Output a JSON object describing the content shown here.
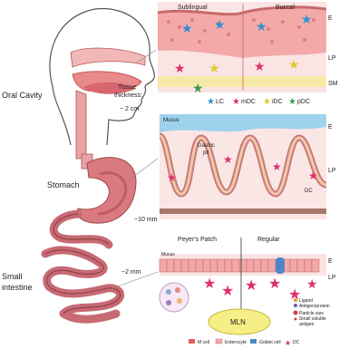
{
  "anatomy": {
    "oral_cavity": "Oral Cavity",
    "tissue_label": "Tissue\nthickness:",
    "oral_thickness": "~ 2 cm",
    "stomach": "Stomach",
    "stomach_thickness": "~10 mm",
    "small_intestine": "Small\nintestine",
    "intestine_thickness": "~2 mm"
  },
  "oral_panel": {
    "sublingual": "Sublingual",
    "buccal": "Buccal",
    "e": "E",
    "lp": "LP",
    "sm": "SM",
    "legend": [
      {
        "label": "LC",
        "color": "#2f8fd6"
      },
      {
        "label": "mDC",
        "color": "#e0306a"
      },
      {
        "label": "iDC",
        "color": "#e0c92a"
      },
      {
        "label": "pDC",
        "color": "#3d9a4a"
      }
    ]
  },
  "gastric_panel": {
    "mucus": "Mucus",
    "gastric_pit": "Gastric\npit",
    "e": "E",
    "lp": "LP",
    "dc": "DC"
  },
  "intestine_panel": {
    "peyers_patch": "Peyer's Patch",
    "regular": "Regular",
    "mucus": "Mucus",
    "e": "E",
    "lp": "LP",
    "mln": "MLN",
    "key": [
      "Ligand",
      "Antigen/protein",
      "Particle size",
      "Small soluble\nantigen"
    ],
    "legend": [
      "M cell",
      "Enterocyte",
      "Goblet cell",
      "DC"
    ]
  }
}
